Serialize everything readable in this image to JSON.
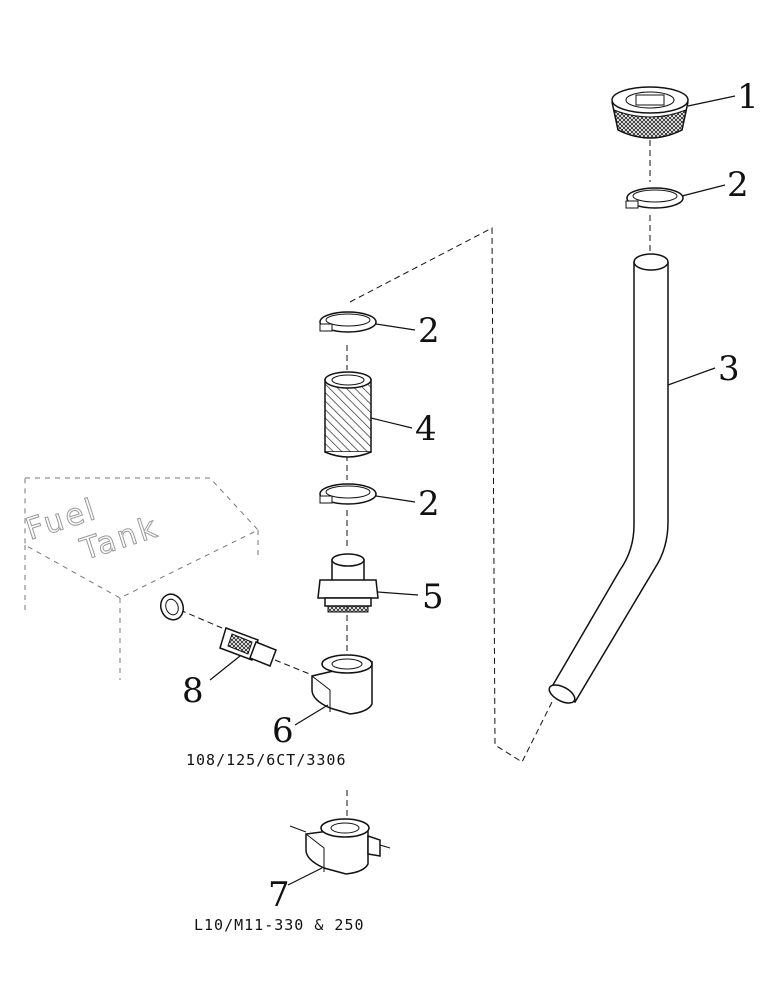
{
  "callouts": {
    "cap": "1",
    "clamp_top": "2",
    "clamp_upper": "2",
    "clamp_lower": "2",
    "fill_tube": "3",
    "hose": "4",
    "adapter": "5",
    "elbow": "6",
    "elbow_alt": "7",
    "connector": "8"
  },
  "captions": {
    "elbow_engines": "108/125/6CT/3306",
    "elbow_alt_engines": "L10/M11-330 & 250"
  },
  "tank_label": {
    "line1": "Fuel",
    "line2": "Tank"
  }
}
